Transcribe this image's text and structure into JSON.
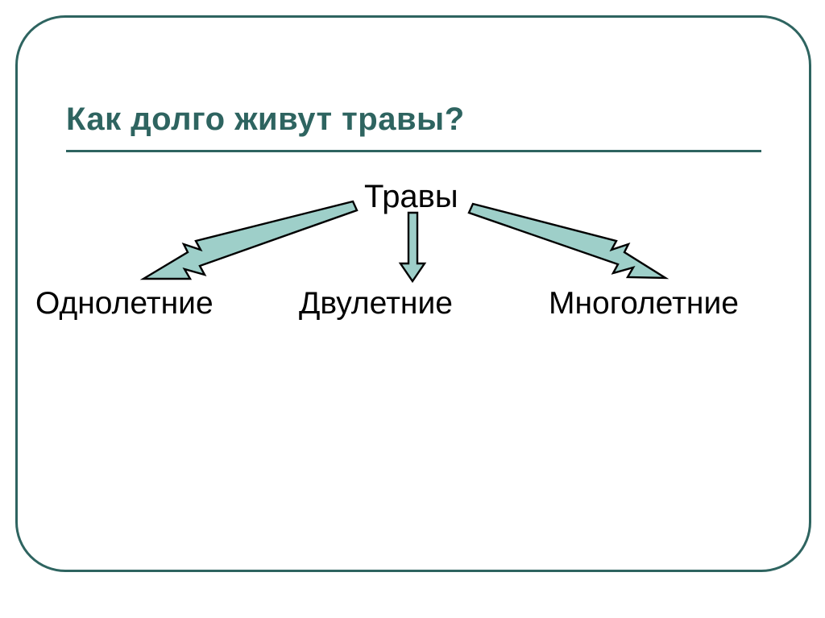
{
  "slide": {
    "title": "Как долго живут травы?",
    "title_color": "#2e6460",
    "frame_color": "#2e6460",
    "background_color": "#ffffff",
    "label_color": "#000000",
    "arrow_fill": "#9ecfc9",
    "arrow_stroke": "#000000"
  },
  "diagram": {
    "type": "hierarchy",
    "root": {
      "label": "Травы"
    },
    "children": [
      {
        "label": "Однолетние",
        "arrow": "arrow-left-down"
      },
      {
        "label": "Двулетние",
        "arrow": "arrow-down"
      },
      {
        "label": "Многолетние",
        "arrow": "arrow-right-down"
      }
    ]
  }
}
